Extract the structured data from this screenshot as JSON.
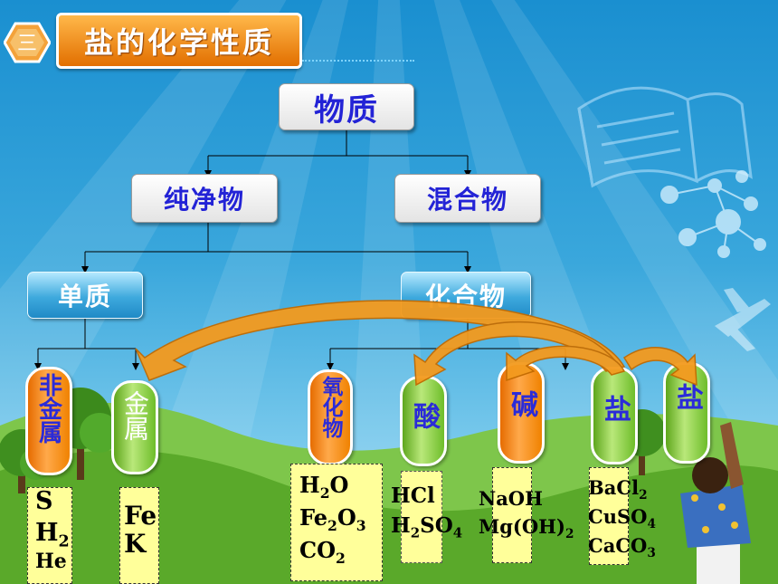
{
  "header": {
    "section_badge": "三",
    "title": "盐的化学性质"
  },
  "tree": {
    "root": "物质",
    "level1": [
      "纯净物",
      "混合物"
    ],
    "level2": [
      "单质",
      "化合物"
    ]
  },
  "categories": [
    {
      "label": "非金属",
      "style": "orange"
    },
    {
      "label": "金属",
      "style": "green"
    },
    {
      "label": "氧化物",
      "style": "orange"
    },
    {
      "label": "酸",
      "style": "green"
    },
    {
      "label": "碱",
      "style": "orange"
    },
    {
      "label": "盐",
      "style": "green"
    },
    {
      "label": "盐",
      "style": "green"
    }
  ],
  "formulas": {
    "nonmetal": [
      [
        "S",
        ""
      ],
      [
        "H",
        "2"
      ],
      [
        "He",
        ""
      ]
    ],
    "metal": [
      [
        "Fe",
        ""
      ],
      [
        "K",
        ""
      ]
    ],
    "oxide": [
      [
        [
          "H",
          "2"
        ],
        [
          "O",
          ""
        ]
      ],
      [
        [
          "Fe",
          "2"
        ],
        [
          "O",
          "3"
        ]
      ],
      [
        [
          "CO",
          "2"
        ]
      ]
    ],
    "acid": [
      [
        [
          "HCl",
          ""
        ]
      ],
      [
        [
          "H",
          "2"
        ],
        [
          "SO",
          "4"
        ]
      ]
    ],
    "base": [
      [
        [
          "NaOH",
          ""
        ]
      ],
      [
        [
          "Mg(OH)",
          "2"
        ]
      ]
    ],
    "salt": [
      [
        [
          "BaCl",
          "2"
        ]
      ],
      [
        [
          "CuSO",
          "4"
        ]
      ],
      [
        [
          "CaCO",
          "3"
        ]
      ]
    ]
  },
  "colors": {
    "title_bg": "#f08200",
    "orange_capsule": "#f08200",
    "green_capsule": "#7cc242",
    "arrow": "#f39a1e",
    "node_text": "#2323d6",
    "formula_bg": "#ffff9a"
  }
}
